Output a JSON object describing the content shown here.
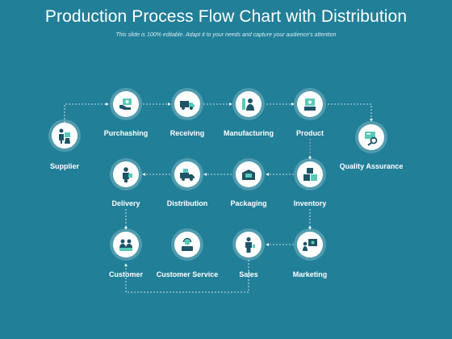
{
  "slide": {
    "title": "Production Process Flow Chart with Distribution",
    "subtitle": "This slide is 100% editable. Adapt it to your needs and capture your audience's attention"
  },
  "nodes": {
    "supplier": {
      "label": "Supplier",
      "icon": "worker-with-box-icon"
    },
    "purchasing": {
      "label": "Purchashing",
      "icon": "cash-in-hand-icon"
    },
    "receiving": {
      "label": "Receiving",
      "icon": "delivery-truck-icon"
    },
    "manufacturing": {
      "label": "Manufacturing",
      "icon": "factory-worker-icon"
    },
    "product": {
      "label": "Product",
      "icon": "product-box-icon"
    },
    "quality_assurance": {
      "label": "Quality Assurance",
      "icon": "inspection-magnifier-icon"
    },
    "inventory": {
      "label": "Inventory",
      "icon": "stacked-boxes-icon"
    },
    "packaging": {
      "label": "Packaging",
      "icon": "package-icon"
    },
    "distribution": {
      "label": "Distribution",
      "icon": "distribution-truck-icon"
    },
    "delivery": {
      "label": "Delivery",
      "icon": "delivery-person-icon"
    },
    "marketing": {
      "label": "Marketing",
      "icon": "presentation-screen-icon"
    },
    "sales": {
      "label": "Sales",
      "icon": "salesperson-icon"
    },
    "customer_service": {
      "label": "Customer Service",
      "icon": "support-headset-icon"
    },
    "customer": {
      "label": "Customer",
      "icon": "customer-group-icon"
    }
  },
  "colors": {
    "background": "#217f98",
    "node_fill": "#ffffff",
    "icon": "#1e5566",
    "icon_accent": "#59c9b7",
    "connector": "#ffffff"
  }
}
